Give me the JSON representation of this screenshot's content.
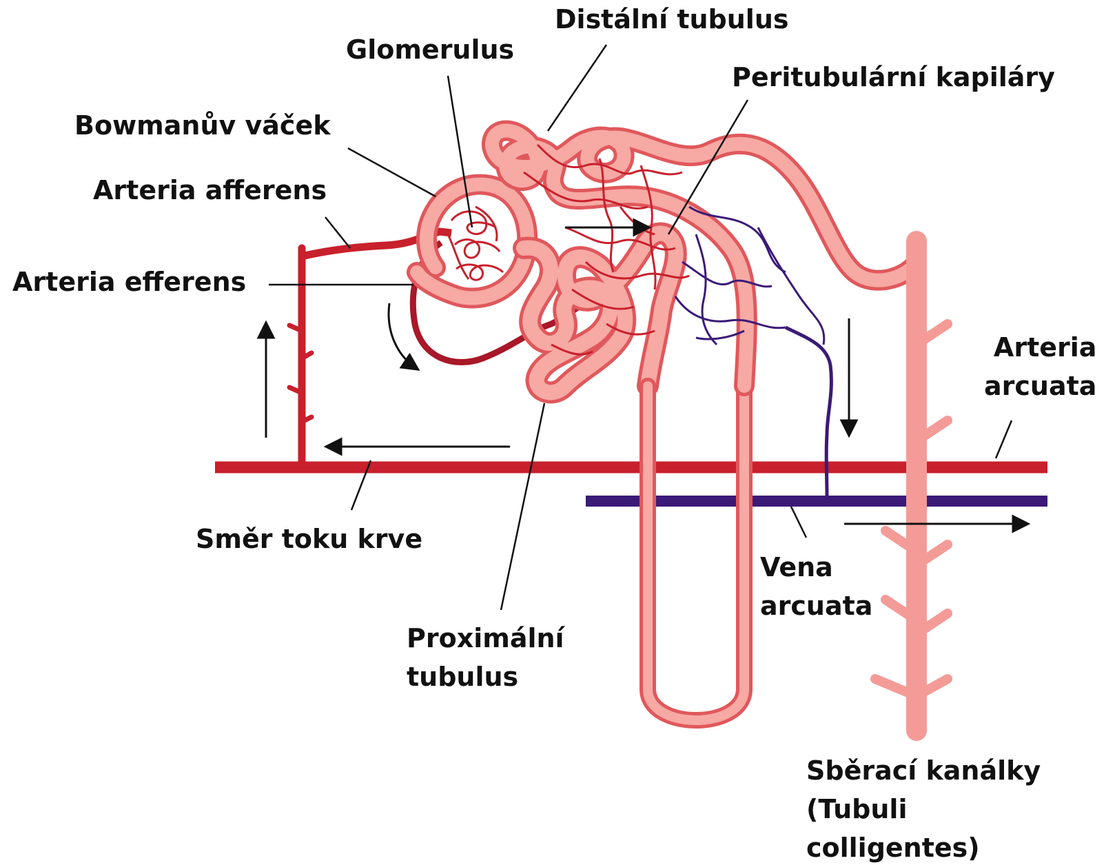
{
  "labels": {
    "distal_tubule": "Distální tubulus",
    "glomerulus": "Glomerulus",
    "peritubular_capillaries": "Peritubulární kapiláry",
    "bowman_capsule": "Bowmanův váček",
    "afferent_arteriole": "Arteria afferens",
    "efferent_arteriole": "Arteria efferens",
    "arcuate_artery": "Arteria\narcuata",
    "blood_flow_direction": "Směr toku krve",
    "arcuate_vein": "Vena\narcuata",
    "proximal_tubule": "Proximální\ntubulus",
    "collecting_ducts": "Sběrací kanálky\n(Tubuli\ncolligentes)"
  },
  "colors": {
    "tubule_outline": "#e0585c",
    "tubule_fill": "#f7a9a4",
    "artery": "#c8202c",
    "vein": "#3b1a78",
    "collecting_duct": "#f49b97",
    "text": "#111111"
  }
}
